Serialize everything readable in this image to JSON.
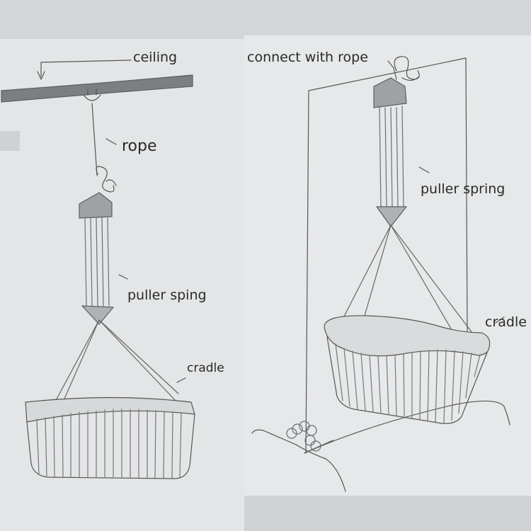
{
  "labels": {
    "ceiling": "ceiling",
    "rope": "rope",
    "puller_sping": "puller sping",
    "cradle_left": "cradle",
    "connect_with_rope": "connect with rope",
    "puller_spring": "puller spring",
    "cradle_right": "cradle"
  },
  "colors": {
    "paper": "#e4e6e7",
    "background": "#d3d5d6",
    "line": "#555555",
    "text": "#2a2a2a"
  }
}
